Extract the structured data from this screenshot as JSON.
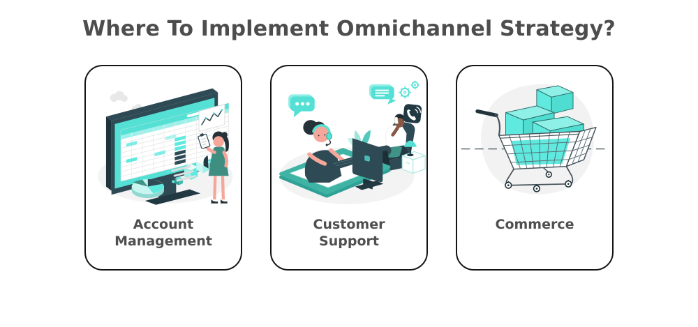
{
  "page": {
    "title": "Where To Implement Omnichannel Strategy?"
  },
  "palette": {
    "accent_cyan": "#5FE9DF",
    "light_cyan": "#AFF2EC",
    "dark_teal": "#2E4A54",
    "teal": "#3F9387",
    "skin_light": "#F4A79A",
    "skin_dark": "#8A5744",
    "title_text": "#4D4D4D",
    "label_text": "#4F4F4F",
    "card_border": "#141414",
    "ground_gray": "#F3F3F3"
  },
  "cards": [
    {
      "label": "Account Management",
      "illustration": "account-management"
    },
    {
      "label": "Customer Support",
      "illustration": "customer-support"
    },
    {
      "label": "Commerce",
      "illustration": "commerce"
    }
  ]
}
